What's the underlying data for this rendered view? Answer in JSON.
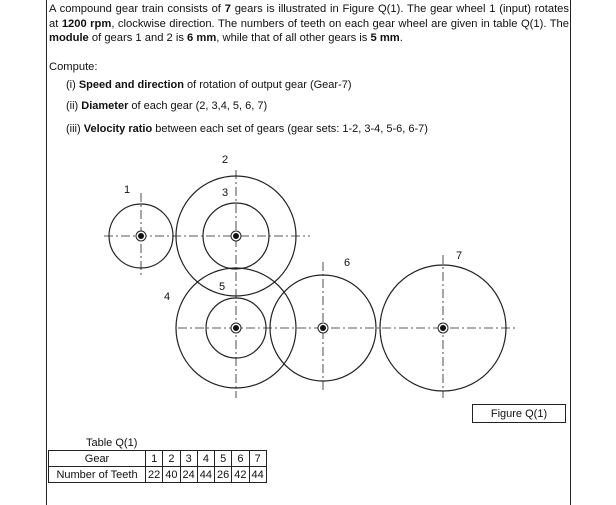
{
  "problem": {
    "p1": "A compound gear train consists of ",
    "num_gears": "7",
    "p2": " gears is illustrated in Figure Q(1). The gear wheel 1 (input) rotates at ",
    "speed": "1200 rpm",
    "p3": ", clockwise direction. The numbers of teeth on each gear wheel are given in table Q(1). The ",
    "module_word": "module",
    "p4": " of gears 1 and 2 is ",
    "module_12": "6 mm",
    "p5": ", while that of all other gears is ",
    "module_other": "5 mm",
    "p6": "."
  },
  "compute": {
    "label": "Compute:",
    "items": [
      {
        "num": "(i) ",
        "bold": "Speed and direction",
        "rest": " of rotation of output gear (Gear-7)"
      },
      {
        "num": "(ii) ",
        "bold": "Diameter",
        "rest": " of each gear (2, 3,4, 5, 6, 7)"
      },
      {
        "num": "(iii) ",
        "bold": "Velocity ratio",
        "rest": " between each set of gears (gear sets: 1-2, 3-4, 5-6, 6-7)"
      }
    ]
  },
  "figure": {
    "caption": "Figure Q(1)",
    "gear_labels": [
      "1",
      "2",
      "3",
      "4",
      "5",
      "6",
      "7"
    ]
  },
  "table": {
    "caption": "Table Q(1)",
    "row1_label": "Gear",
    "row2_label": "Number of Teeth",
    "gears": [
      "1",
      "2",
      "3",
      "4",
      "5",
      "6",
      "7"
    ],
    "teeth": [
      "22",
      "40",
      "24",
      "44",
      "26",
      "42",
      "44"
    ]
  }
}
